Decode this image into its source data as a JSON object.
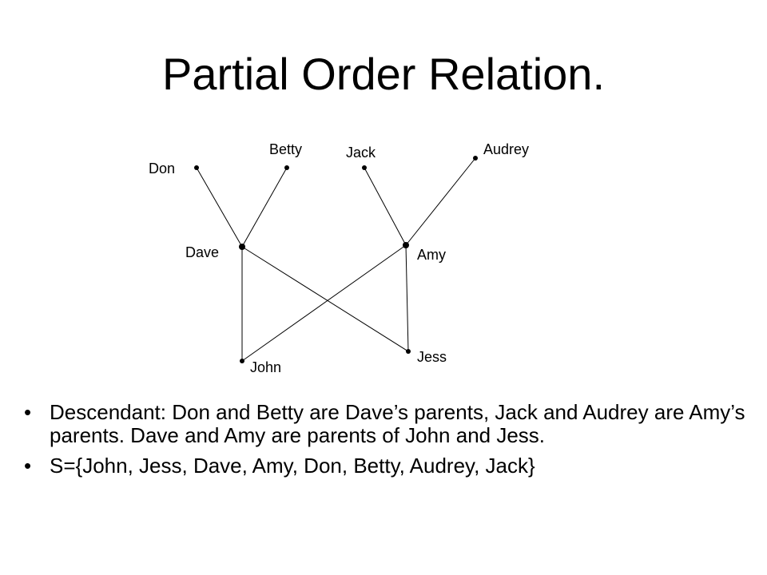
{
  "slide": {
    "title": "Partial Order Relation."
  },
  "diagram": {
    "nodes": [
      {
        "id": "don",
        "label": "Don"
      },
      {
        "id": "betty",
        "label": "Betty"
      },
      {
        "id": "jack",
        "label": "Jack"
      },
      {
        "id": "audrey",
        "label": "Audrey"
      },
      {
        "id": "dave",
        "label": "Dave"
      },
      {
        "id": "amy",
        "label": "Amy"
      },
      {
        "id": "john",
        "label": "John"
      },
      {
        "id": "jess",
        "label": "Jess"
      }
    ],
    "edges": [
      [
        "don",
        "dave"
      ],
      [
        "betty",
        "dave"
      ],
      [
        "jack",
        "amy"
      ],
      [
        "audrey",
        "amy"
      ],
      [
        "dave",
        "john"
      ],
      [
        "dave",
        "jess"
      ],
      [
        "amy",
        "john"
      ],
      [
        "amy",
        "jess"
      ]
    ]
  },
  "bullets": [
    "Descendant: Don and Betty are Dave’s parents, Jack and Audrey are Amy’s parents. Dave and Amy are parents of John and Jess.",
    "S={John, Jess, Dave, Amy, Don, Betty, Audrey, Jack}"
  ]
}
